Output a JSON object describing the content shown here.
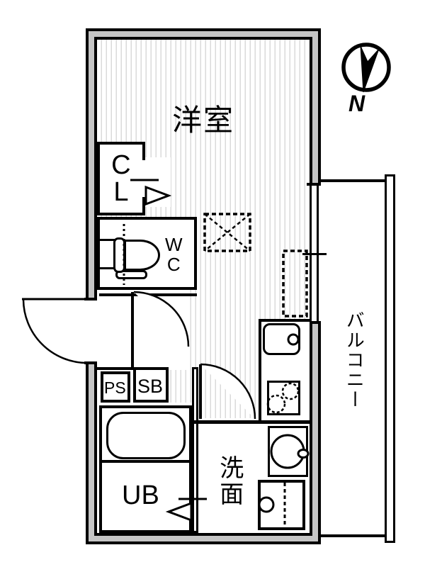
{
  "plan": {
    "rooms": {
      "western_room": {
        "label": "洋室"
      },
      "closet": {
        "label": "CL"
      },
      "toilet_room": {
        "label": "WC"
      },
      "pipe_space": {
        "label": "PS"
      },
      "shoe_box": {
        "label": "SB"
      },
      "unit_bath": {
        "label": "UB"
      },
      "washroom": {
        "label": "洗面"
      },
      "balcony": {
        "label": "バルコニー"
      }
    },
    "compass": {
      "north_label": "N"
    },
    "colors": {
      "wall_fill": "#c5c5c5",
      "line": "#000000",
      "floor_stripe": "#dadada",
      "background": "#ffffff"
    },
    "fixtures": [
      "toilet",
      "bathtub",
      "kitchen-sink",
      "gas-stove",
      "washbasin",
      "washing-machine-pan",
      "refrigerator-space",
      "hatch-box"
    ]
  }
}
